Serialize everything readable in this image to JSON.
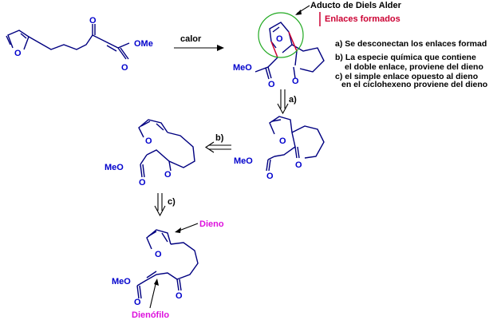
{
  "atoms": {
    "O": "O",
    "MeO": "MeO",
    "OMe": "OMe"
  },
  "reaction_conditions": {
    "heat": "calor"
  },
  "retro_steps": {
    "a": "a)",
    "b": "b)",
    "c": "c)"
  },
  "adduct": {
    "title": "Aducto de Diels Alder",
    "legend_bonds": "Enlaces formados"
  },
  "notes": [
    "a) Se desconectan los enlaces formad",
    "b) La especie química que contiene",
    "el doble enlace, proviene del dieno",
    "c) el simple enlace opuesto al dieno",
    "en el ciclohexeno proviene del dieno"
  ],
  "labels": {
    "diene": "Dieno",
    "dienophile": "Dienófilo"
  },
  "colors": {
    "bond": "#000080",
    "atom": "#0000cc",
    "formed_bond": "#cc0033",
    "adduct_circle": "#22aa22",
    "label_accent": "#dd11dd"
  }
}
